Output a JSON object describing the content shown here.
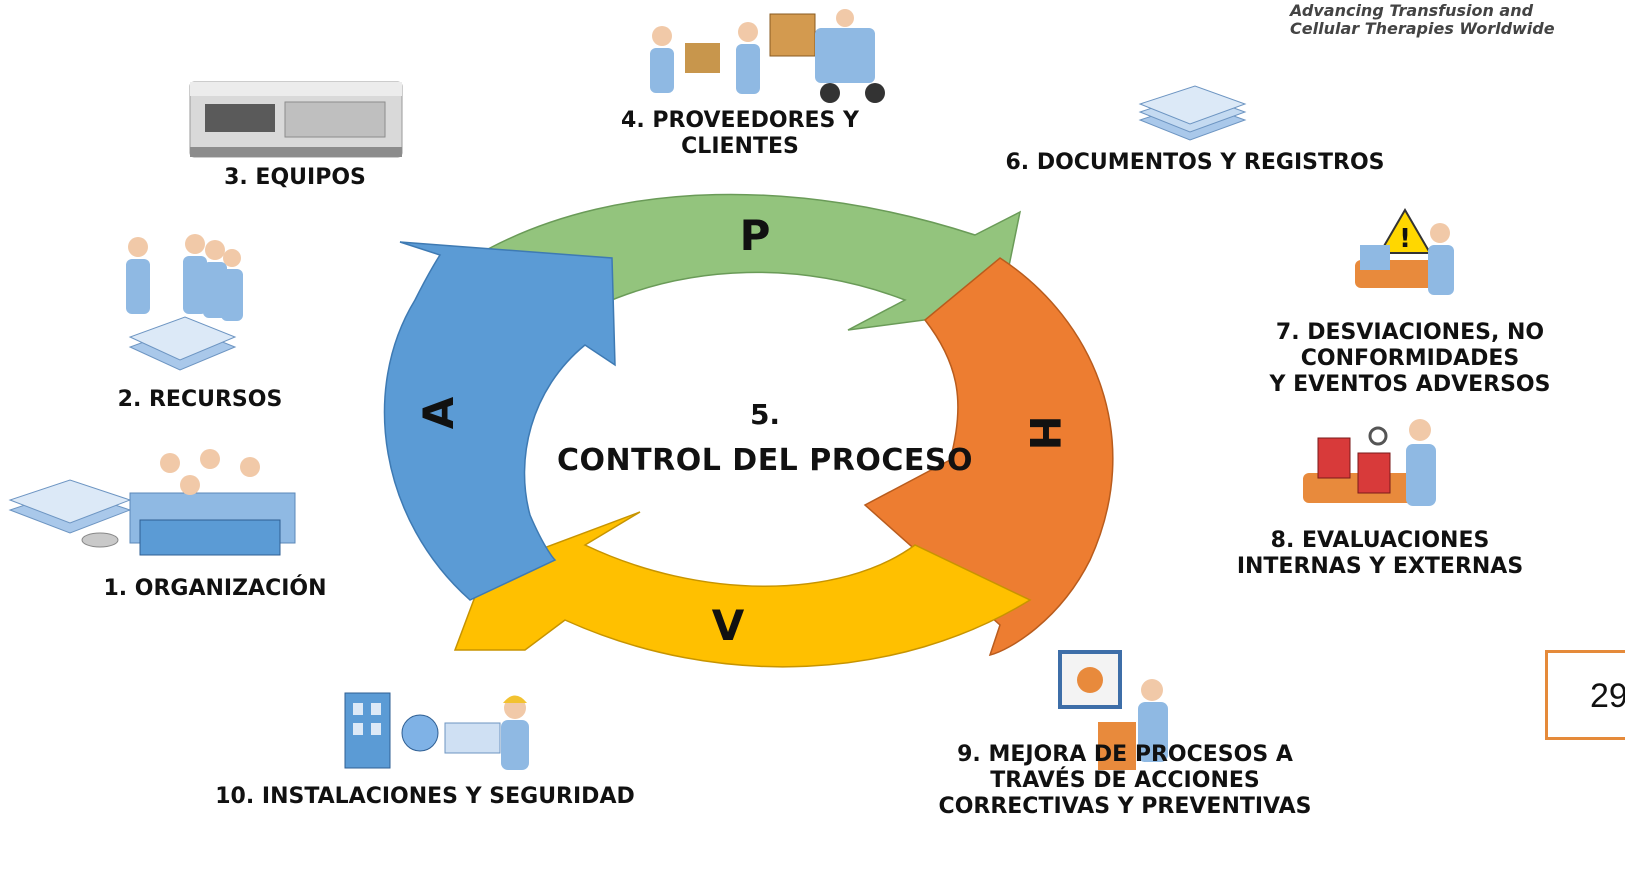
{
  "brand": {
    "tagline": "Advancing Transfusion and\nCellular Therapies Worldwide"
  },
  "cycle": {
    "segments": [
      {
        "letter": "P",
        "color": "#92c47c"
      },
      {
        "letter": "H",
        "color": "#ee7d31"
      },
      {
        "letter": "V",
        "color": "#ffc000"
      },
      {
        "letter": "A",
        "color": "#5b9bd5"
      }
    ],
    "center_number": "5.",
    "center_title": "CONTROL DEL PROCESO"
  },
  "items": [
    {
      "label": "1. ORGANIZACIÓN",
      "icon": "meeting-icon"
    },
    {
      "label": "2. RECURSOS",
      "icon": "staff-icon"
    },
    {
      "label": "3. EQUIPOS",
      "icon": "equipment-icon"
    },
    {
      "label": "4. PROVEEDORES Y\nCLIENTES",
      "icon": "suppliers-icon"
    },
    {
      "label": "6. DOCUMENTOS Y REGISTROS",
      "icon": "documents-icon"
    },
    {
      "label": "7. DESVIACIONES, NO\nCONFORMIDADES\nY EVENTOS ADVERSOS",
      "icon": "warning-icon"
    },
    {
      "label": "8. EVALUACIONES\nINTERNAS Y EXTERNAS",
      "icon": "inspection-icon"
    },
    {
      "label": "9. MEJORA DE PROCESOS A\nTRAVÉS DE  ACCIONES\nCORRECTIVAS Y PREVENTIVAS",
      "icon": "presentation-icon"
    },
    {
      "label": "10.  INSTALACIONES Y SEGURIDAD",
      "icon": "facility-icon"
    }
  ],
  "page_number": "29"
}
